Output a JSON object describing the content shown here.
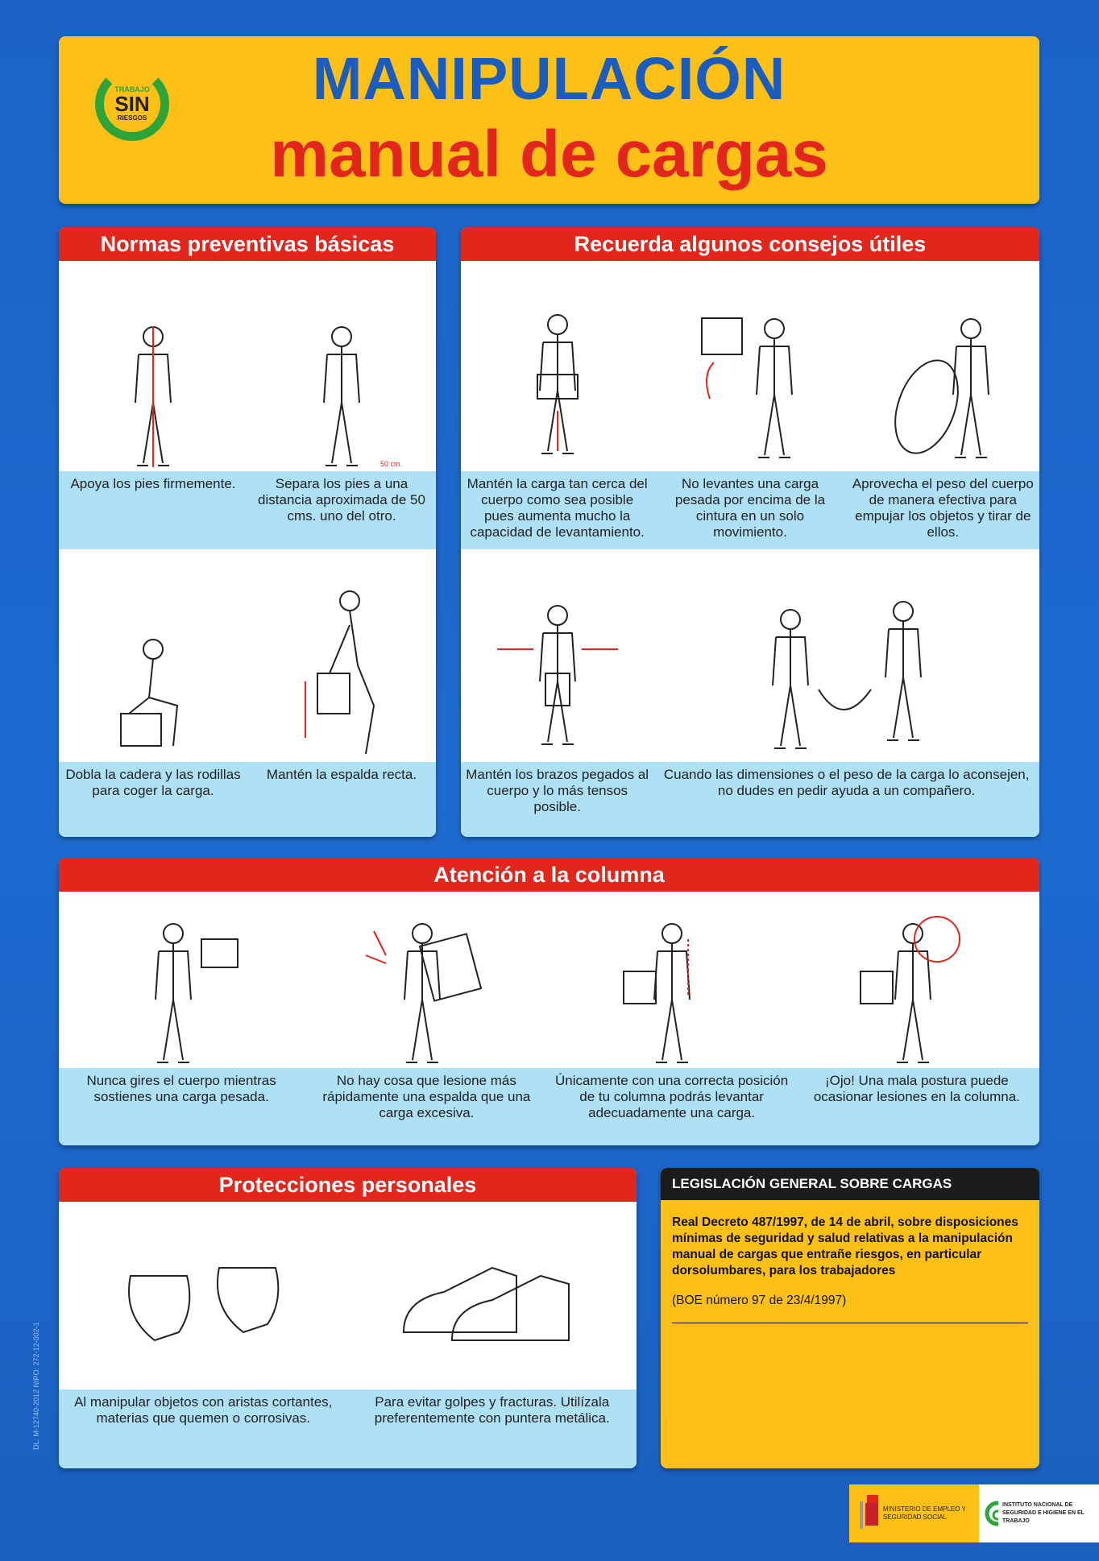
{
  "header": {
    "logo": {
      "top": "TRABAJO",
      "main": "SIN",
      "bottom": "RIESGOS"
    },
    "title_line1": "MANIPULACIÓN",
    "title_line2": "manual de cargas"
  },
  "normas": {
    "title": "Normas preventivas básicas",
    "items": [
      {
        "caption": "Apoya los pies firmemente."
      },
      {
        "caption": "Separa los pies a una distancia aproximada de 50 cms. uno del otro.",
        "label": "50 cm."
      },
      {
        "caption": "Dobla la cadera y las rodillas para coger la carga."
      },
      {
        "caption": "Mantén la espalda recta."
      }
    ]
  },
  "consejos": {
    "title": "Recuerda algunos consejos útiles",
    "items": [
      {
        "caption": "Mantén la carga tan cerca del cuerpo como sea posible pues aumenta mucho la capacidad de levantamiento."
      },
      {
        "caption": "No levantes una carga pesada por encima de la cintura en un solo movimiento."
      },
      {
        "caption": "Aprovecha el peso del cuerpo de manera efectiva para empujar los objetos y tirar de ellos."
      },
      {
        "caption": "Mantén los brazos pegados al cuerpo y lo más tensos posible."
      },
      {
        "caption": "Cuando las dimensiones o el peso de la carga lo aconsejen, no dudes en pedir ayuda a un compañero."
      }
    ]
  },
  "columna": {
    "title": "Atención a la columna",
    "items": [
      {
        "caption": "Nunca gires el cuerpo mientras sostienes una carga pesada."
      },
      {
        "caption": "No hay cosa que lesione más rápidamente una espalda que una carga excesiva."
      },
      {
        "caption": "Únicamente con una correcta posición de tu columna podrás levantar adecuadamente una carga."
      },
      {
        "caption": "¡Ojo! Una mala postura puede ocasionar lesiones en la columna."
      }
    ]
  },
  "protecciones": {
    "title": "Protecciones personales",
    "items": [
      {
        "caption": "Al manipular objetos con aristas cortantes, materias que quemen o corrosivas."
      },
      {
        "caption": "Para evitar golpes y fracturas. Utilízala preferentemente con puntera metálica."
      }
    ]
  },
  "legislacion": {
    "title": "LEGISLACIÓN GENERAL SOBRE CARGAS",
    "body": "Real Decreto 487/1997, de 14 de abril, sobre disposiciones mínimas de seguridad y salud relativas a la manipulación manual de cargas que entrañe riesgos, en particular dorsolumbares, para los trabajadores",
    "reference": "(BOE número 97 de 23/4/1997)"
  },
  "legal_code": "DL: M-12740-2012    NIPO: 272-12-002-1",
  "footer": {
    "ministry": "MINISTERIO DE EMPLEO Y SEGURIDAD SOCIAL",
    "institute": "INSTITUTO NACIONAL DE SEGURIDAD E HIGIENE EN EL TRABAJO"
  },
  "colors": {
    "background": "#1d6bd0",
    "header": "#fcc016",
    "title_blue": "#1a5dbf",
    "title_red": "#e3261b",
    "caption_band": "#aee0f6",
    "accent_green": "#2ea43a"
  }
}
